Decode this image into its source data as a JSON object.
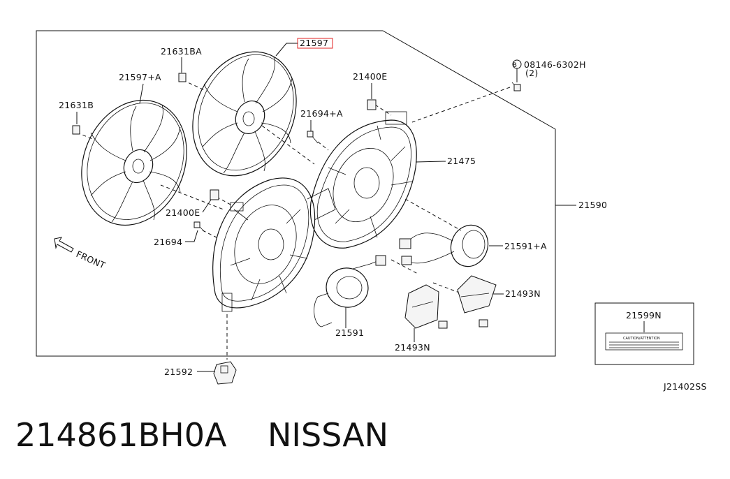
{
  "diagram": {
    "callouts": {
      "c21597_red": "21597",
      "c21631BA": "21631BA",
      "c21597A": "21597+A",
      "c21631B": "21631B",
      "c21400E_top": "21400E",
      "c21694A": "21694+A",
      "c08146": "08146-6302H",
      "c08146_qty": "(2)",
      "c08146_B": "B",
      "c21475": "21475",
      "c21590": "21590",
      "c21400E_mid": "21400E",
      "c21694": "21694",
      "c21591A": "21591+A",
      "c21493N_right": "21493N",
      "c21591": "21591",
      "c21493N_bottom": "21493N",
      "c21592": "21592",
      "c21599N": "21599N",
      "caution_label": "CAUTION/ATTENTION",
      "front": "FRONT",
      "diagram_code": "J21402SS"
    },
    "highlight_color": "#e02020"
  },
  "footer": {
    "part_number": "214861BH0A",
    "brand": "NISSAN"
  }
}
